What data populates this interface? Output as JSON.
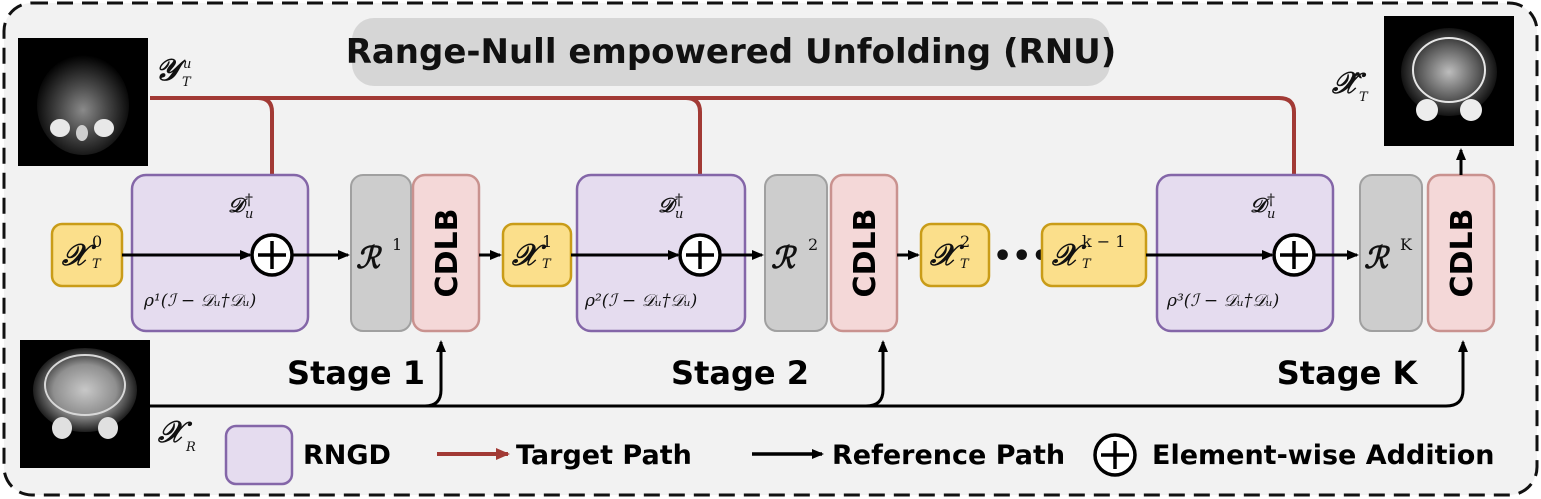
{
  "title": "Range-Null empowered Unfolding (RNU)",
  "inputs": {
    "undersampled_label": "𝒴",
    "undersampled_sup": "u",
    "undersampled_sub": "T",
    "reference_label": "𝒳",
    "reference_sub": "R",
    "output_label": "𝒳̂",
    "output_sub": "T"
  },
  "stages": [
    {
      "label": "Stage 1",
      "input_var": "𝒳",
      "input_sup": "0",
      "input_sub": "T",
      "projector": "𝒟",
      "projector_sub": "u",
      "projector_sup": "†",
      "null_term": "ρ¹(ℐ − 𝒟ᵤ†𝒟ᵤ)",
      "reg": "ℛ",
      "reg_sup": "1",
      "cdlb": "CDLB"
    },
    {
      "label": "Stage 2",
      "input_var": "𝒳",
      "input_sup": "1",
      "input_sub": "T",
      "projector": "𝒟",
      "projector_sub": "u",
      "projector_sup": "†",
      "null_term": "ρ²(ℐ − 𝒟ᵤ†𝒟ᵤ)",
      "reg": "ℛ",
      "reg_sup": "2",
      "cdlb": "CDLB"
    },
    {
      "label": "Stage K",
      "input_var": "𝒳",
      "input_sup": "k − 1",
      "input_sub": "T",
      "projector": "𝒟",
      "projector_sub": "u",
      "projector_sup": "†",
      "null_term": "ρ³(ℐ − 𝒟ᵤ†𝒟ᵤ)",
      "reg": "ℛ",
      "reg_sup": "K",
      "cdlb": "CDLB"
    }
  ],
  "intermediate": {
    "var": "𝒳",
    "sup": "2",
    "sub": "T",
    "ellipsis": "•••"
  },
  "legend": {
    "rngd": "RNGD",
    "target_path": "Target Path",
    "reference_path": "Reference Path",
    "addition": "Element-wise Addition"
  },
  "colors": {
    "target_arrow": "#a23a35",
    "reference_arrow": "#000000",
    "rngd_fill": "#e5dcef",
    "rngd_stroke": "#8466a8",
    "var_fill": "#fbdf8b",
    "var_stroke": "#c99c18",
    "reg_fill": "#cdcdcd",
    "reg_stroke": "#a0a0a0",
    "cdlb_fill": "#f4d8d8",
    "cdlb_stroke": "#c9928f",
    "panel_bg": "#f2f2f2",
    "title_bg": "#d6d6d6"
  }
}
